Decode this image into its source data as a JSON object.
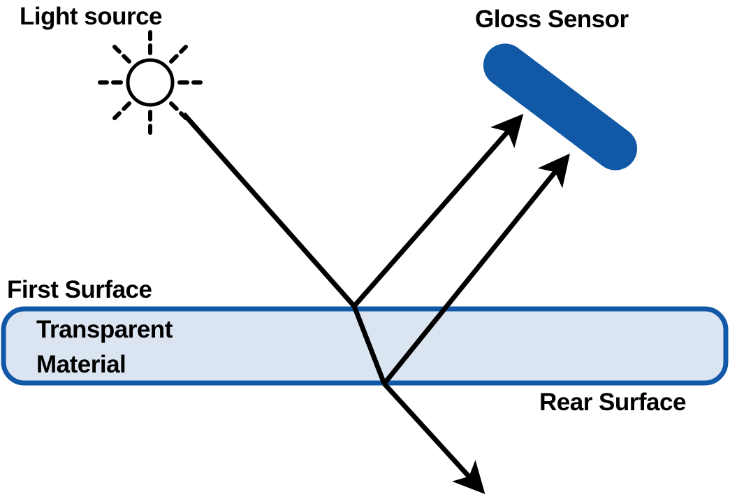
{
  "diagram": {
    "labels": {
      "light_source": "Light source",
      "gloss_sensor": "Gloss Sensor",
      "first_surface": "First Surface",
      "transparent_line1": "Transparent",
      "transparent_line2": "Material",
      "rear_surface": "Rear Surface"
    },
    "icons": {
      "sun": "sun-icon",
      "sensor": "gloss-sensor-bar",
      "arrows": "light-ray-arrows"
    },
    "colors": {
      "sensor_blue": "#1159a6",
      "material_fill": "#dbe5f1",
      "material_border": "#1159a6",
      "ray_black": "#000000",
      "sun_fill": "#ffffff"
    }
  }
}
